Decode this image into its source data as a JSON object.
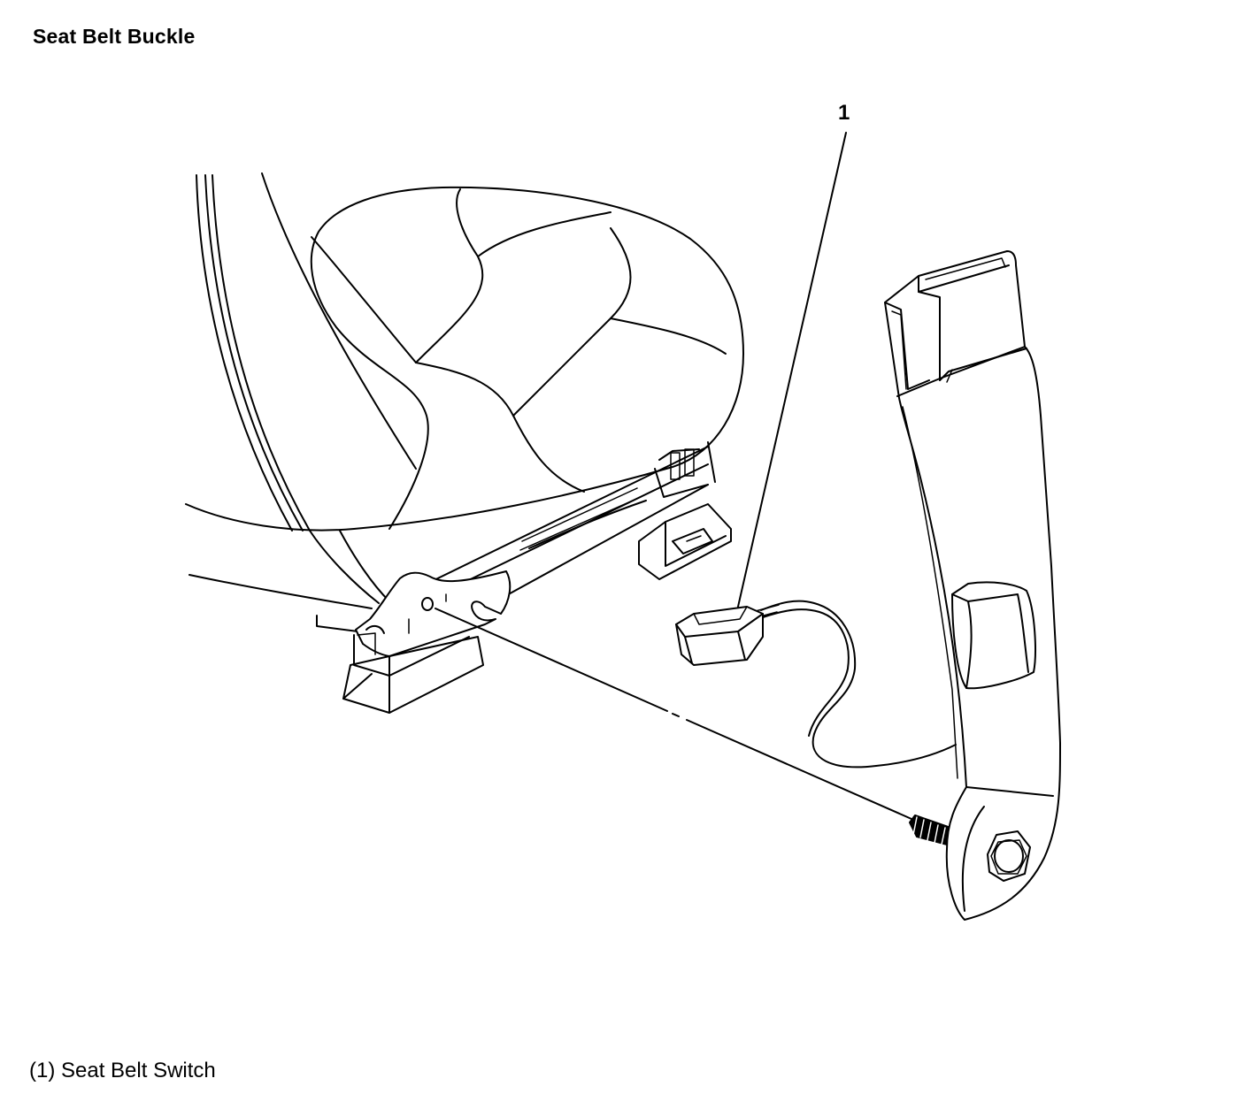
{
  "title": "Seat Belt Buckle",
  "callouts": [
    {
      "number": "1"
    }
  ],
  "legend": [
    {
      "text": "(1) Seat Belt Switch"
    }
  ],
  "colors": {
    "line": "#000000",
    "background": "#ffffff"
  }
}
